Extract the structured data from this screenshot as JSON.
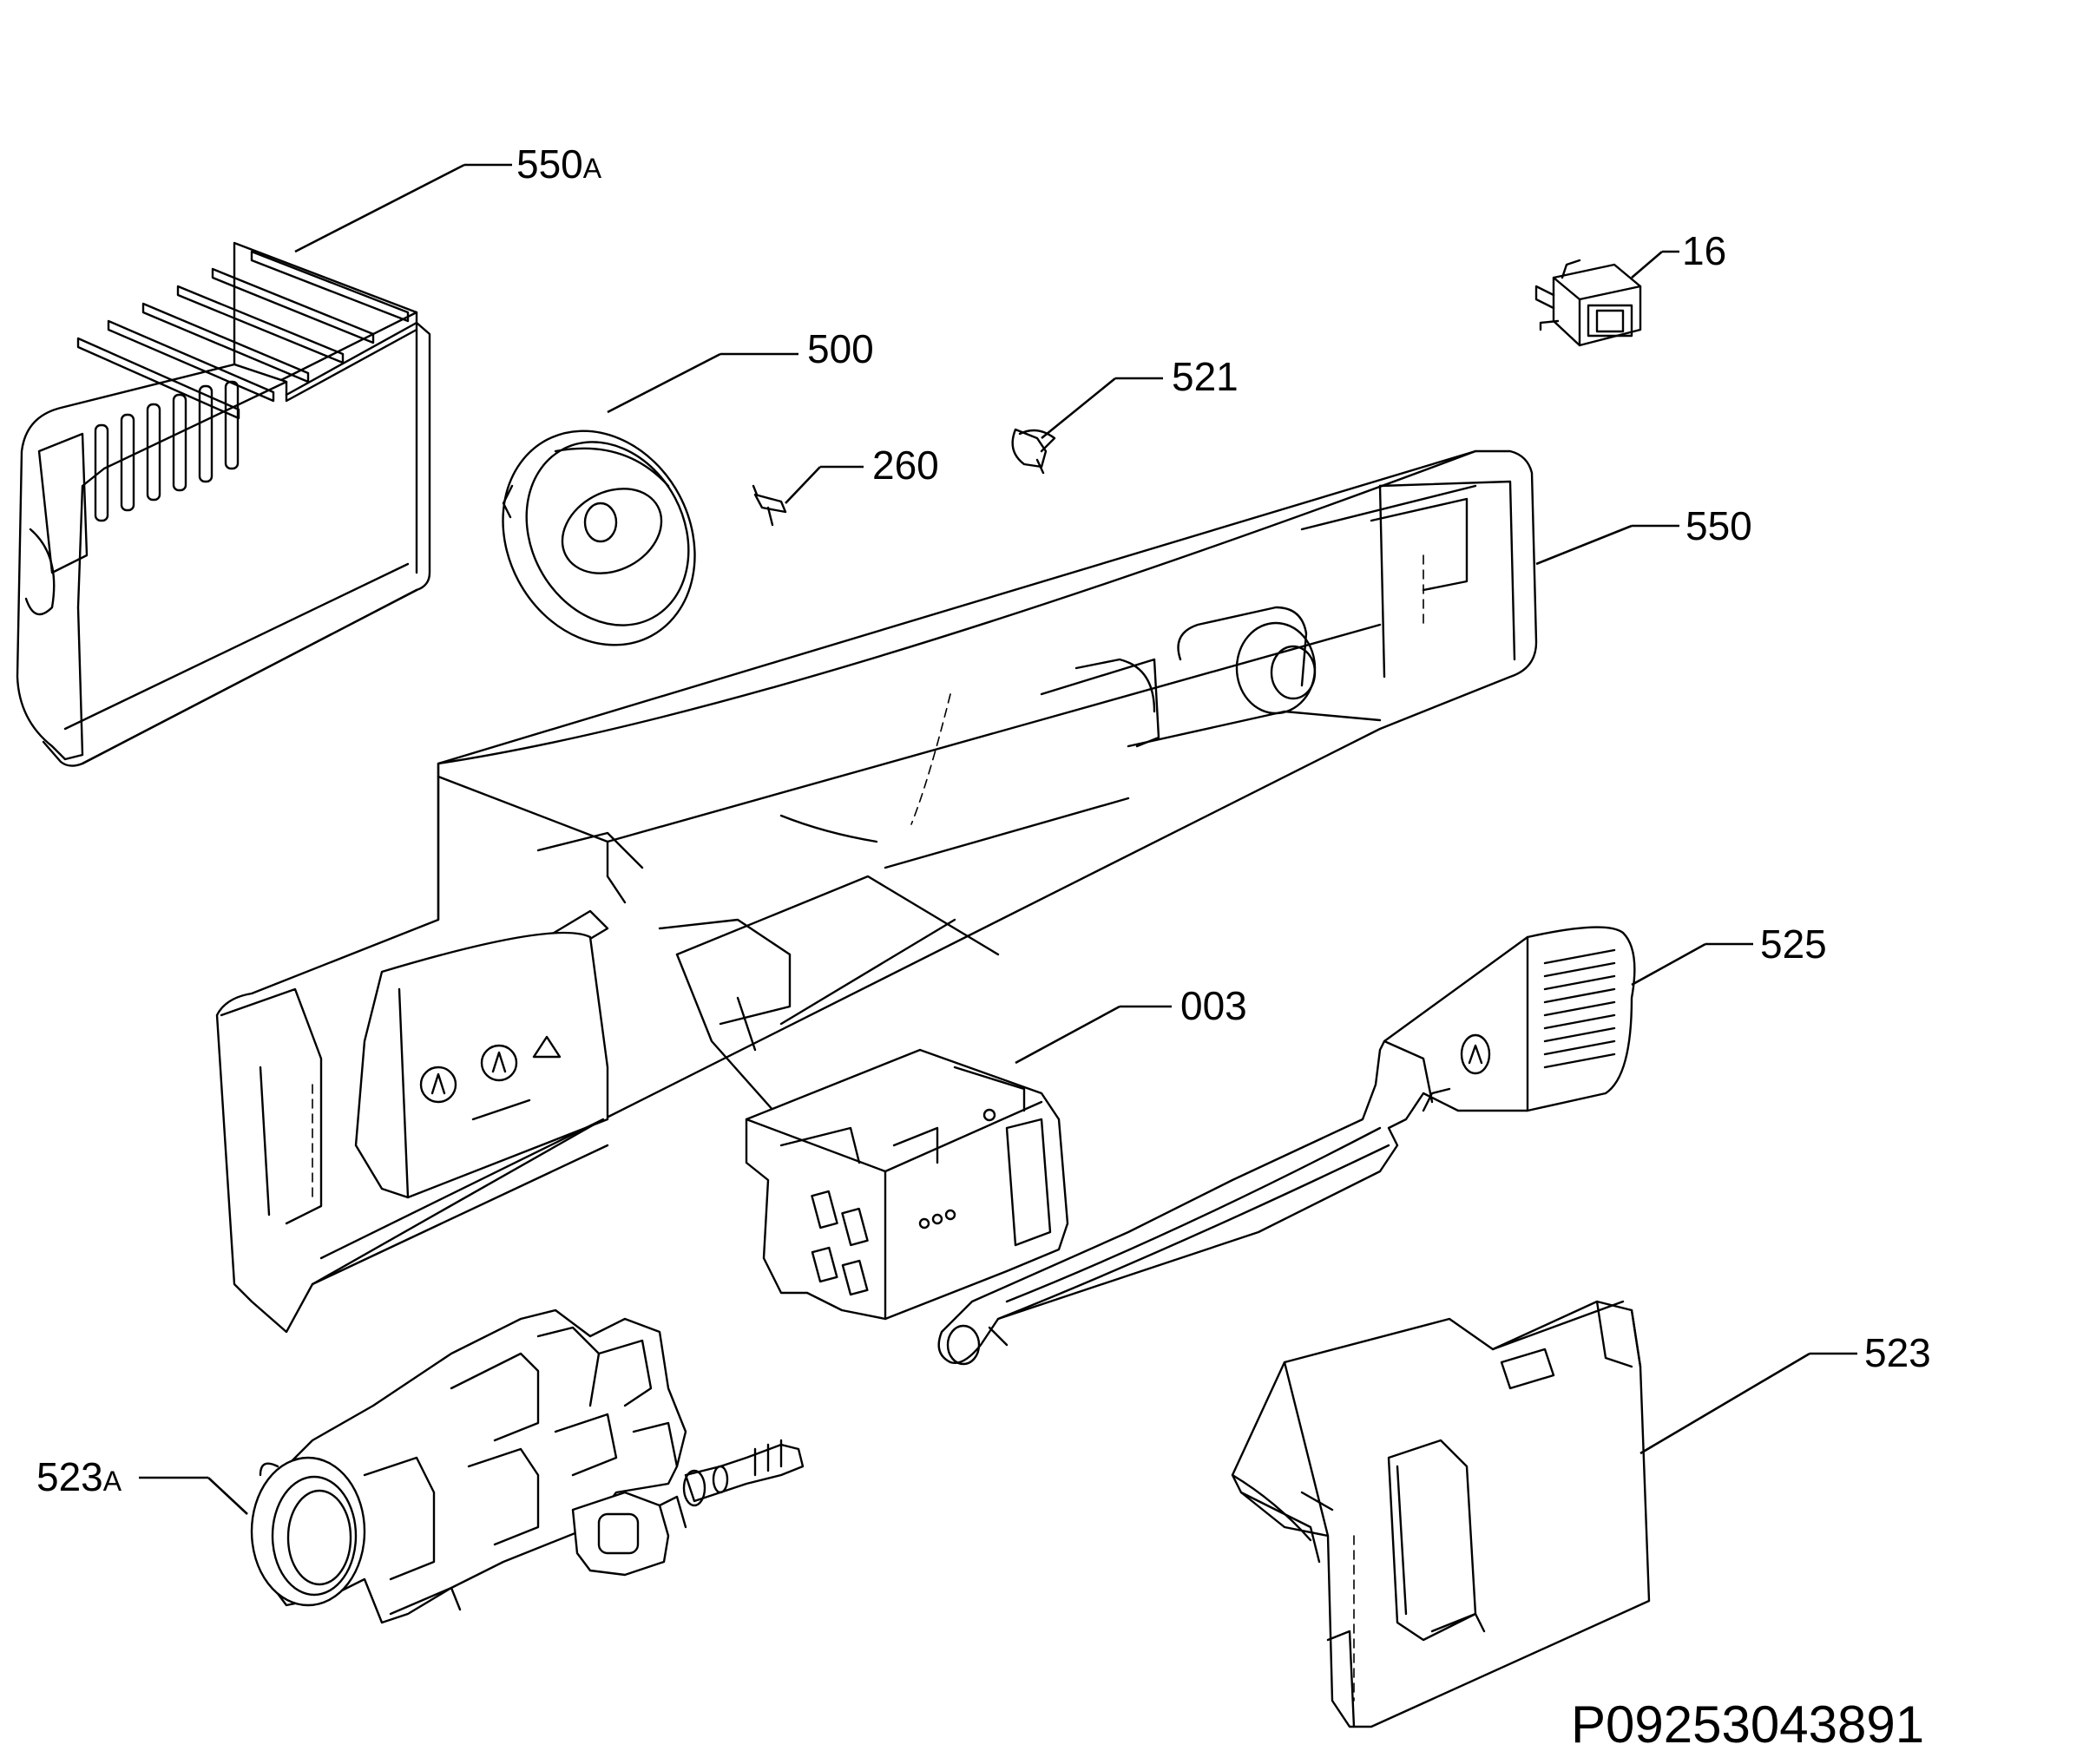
{
  "callouts": {
    "c550a": {
      "num": "550",
      "suffix": "A"
    },
    "c500": {
      "num": "500"
    },
    "c16": {
      "num": "16"
    },
    "c521": {
      "num": "521"
    },
    "c260": {
      "num": "260"
    },
    "c550": {
      "num": "550"
    },
    "c525": {
      "num": "525"
    },
    "c003": {
      "num": "003"
    },
    "c523": {
      "num": "523"
    },
    "c523a": {
      "num": "523",
      "suffix": "A"
    }
  },
  "document_number": "P09253043891"
}
